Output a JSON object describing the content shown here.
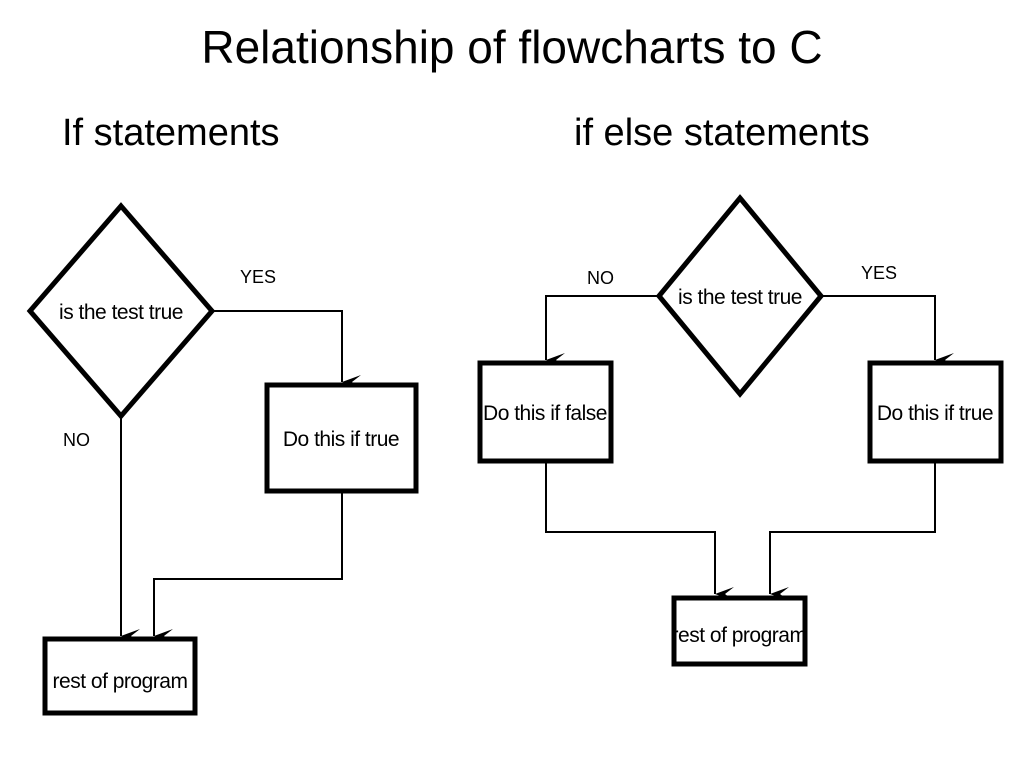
{
  "title": "Relationship of flowcharts to C",
  "left": {
    "heading": "If statements",
    "decision": "is the test true",
    "yes_label": "YES",
    "no_label": "NO",
    "action": "Do this if true",
    "end": "rest of program"
  },
  "right": {
    "heading": "if else statements",
    "decision": "is the test true",
    "yes_label": "YES",
    "no_label": "NO",
    "action_false": "Do this if false",
    "action_true": "Do this if true",
    "end": "rest of program"
  }
}
